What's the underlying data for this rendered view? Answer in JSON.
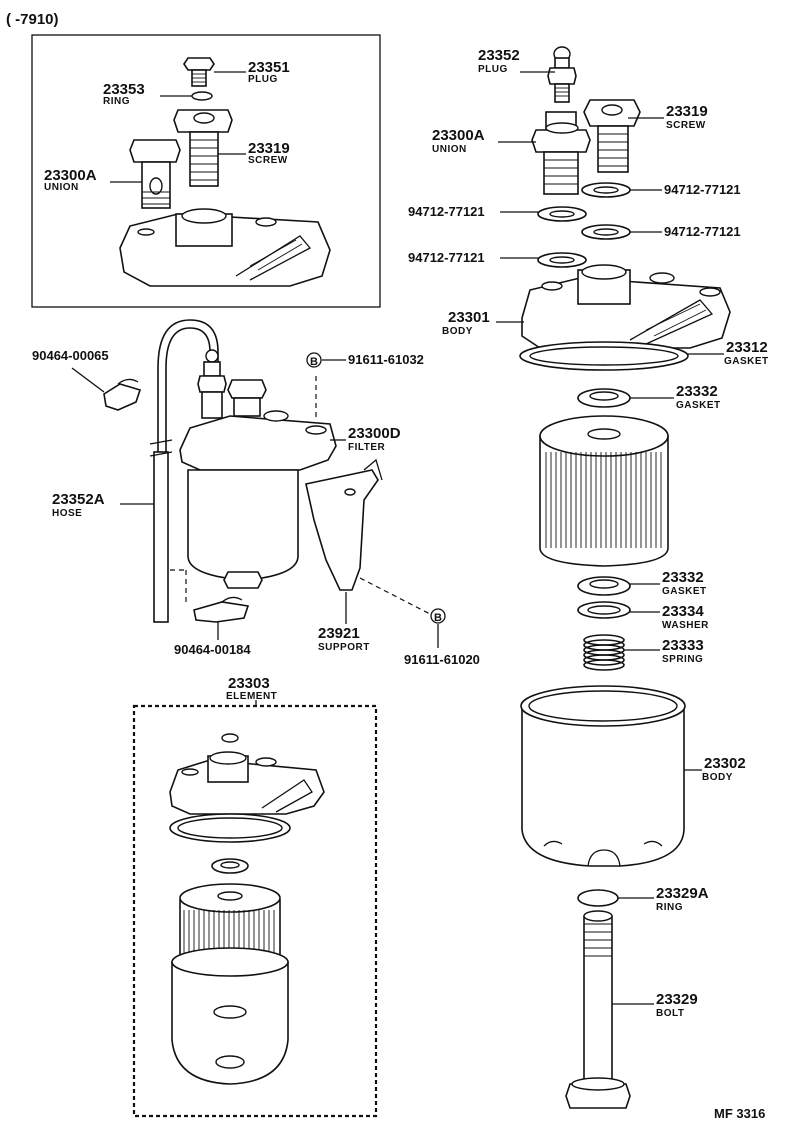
{
  "header": {
    "range_label": "(      -7910)"
  },
  "footer": {
    "code": "MF 3316"
  },
  "callouts": {
    "c23351": {
      "number": "23351",
      "name": "PLUG"
    },
    "c23353": {
      "number": "23353",
      "name": "RING"
    },
    "c23319a": {
      "number": "23319",
      "name": "SCREW"
    },
    "c23300a_inset": {
      "number": "23300A",
      "name": "UNION"
    },
    "c23352": {
      "number": "23352",
      "name": "PLUG"
    },
    "c23319b": {
      "number": "23319",
      "name": "SCREW"
    },
    "c23300a_main": {
      "number": "23300A",
      "name": "UNION"
    },
    "c94712_a": {
      "number": "94712-77121"
    },
    "c94712_b": {
      "number": "94712-77121"
    },
    "c94712_c": {
      "number": "94712-77121"
    },
    "c94712_d": {
      "number": "94712-77121"
    },
    "c23301": {
      "number": "23301",
      "name": "BODY"
    },
    "c23312": {
      "number": "23312",
      "name": "GASKET"
    },
    "c90464_65": {
      "number": "90464-00065"
    },
    "c91611_32": {
      "number": "91611-61032",
      "marker": "B"
    },
    "c23300d": {
      "number": "23300D",
      "name": "FILTER"
    },
    "c23332a": {
      "number": "23332",
      "name": "GASKET"
    },
    "c23352a": {
      "number": "23352A",
      "name": "HOSE"
    },
    "c23332b": {
      "number": "23332",
      "name": "GASKET"
    },
    "c23334": {
      "number": "23334",
      "name": "WASHER"
    },
    "c23333": {
      "number": "23333",
      "name": "SPRING"
    },
    "c23921": {
      "number": "23921",
      "name": "SUPPORT"
    },
    "c91611_20": {
      "number": "91611-61020",
      "marker": "B"
    },
    "c90464_84": {
      "number": "90464-00184"
    },
    "c23303": {
      "number": "23303",
      "name": "ELEMENT"
    },
    "c23302": {
      "number": "23302",
      "name": "BODY"
    },
    "c23329a": {
      "number": "23329A",
      "name": "RING"
    },
    "c23329": {
      "number": "23329",
      "name": "BOLT"
    }
  }
}
